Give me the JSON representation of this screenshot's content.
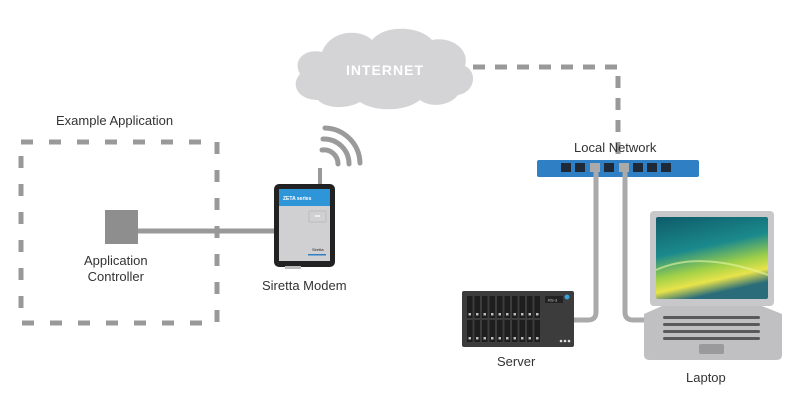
{
  "title": "Siretta Modem Network Diagram",
  "cloud": {
    "label": "INTERNET",
    "icon": "cloud-icon"
  },
  "example_app": {
    "label": "Example Application"
  },
  "controller": {
    "label_line1": "Application",
    "label_line2": "Controller",
    "icon": "controller-box-icon"
  },
  "modem": {
    "label": "Siretta Modem",
    "brand_text": "ZETA series",
    "maker_text": "Siretta",
    "icon": "modem-icon"
  },
  "switch": {
    "label": "Local Network",
    "icon": "network-switch-icon"
  },
  "server": {
    "label": "Server",
    "badge_text": "RS-3",
    "icon": "server-icon"
  },
  "laptop": {
    "label": "Laptop",
    "icon": "laptop-icon"
  },
  "colors": {
    "line": "#999999",
    "dash": "#999999",
    "switch_blue": "#2f7fc4",
    "modem_blue": "#1f8fd6",
    "cloud": "#d4d4d6"
  }
}
